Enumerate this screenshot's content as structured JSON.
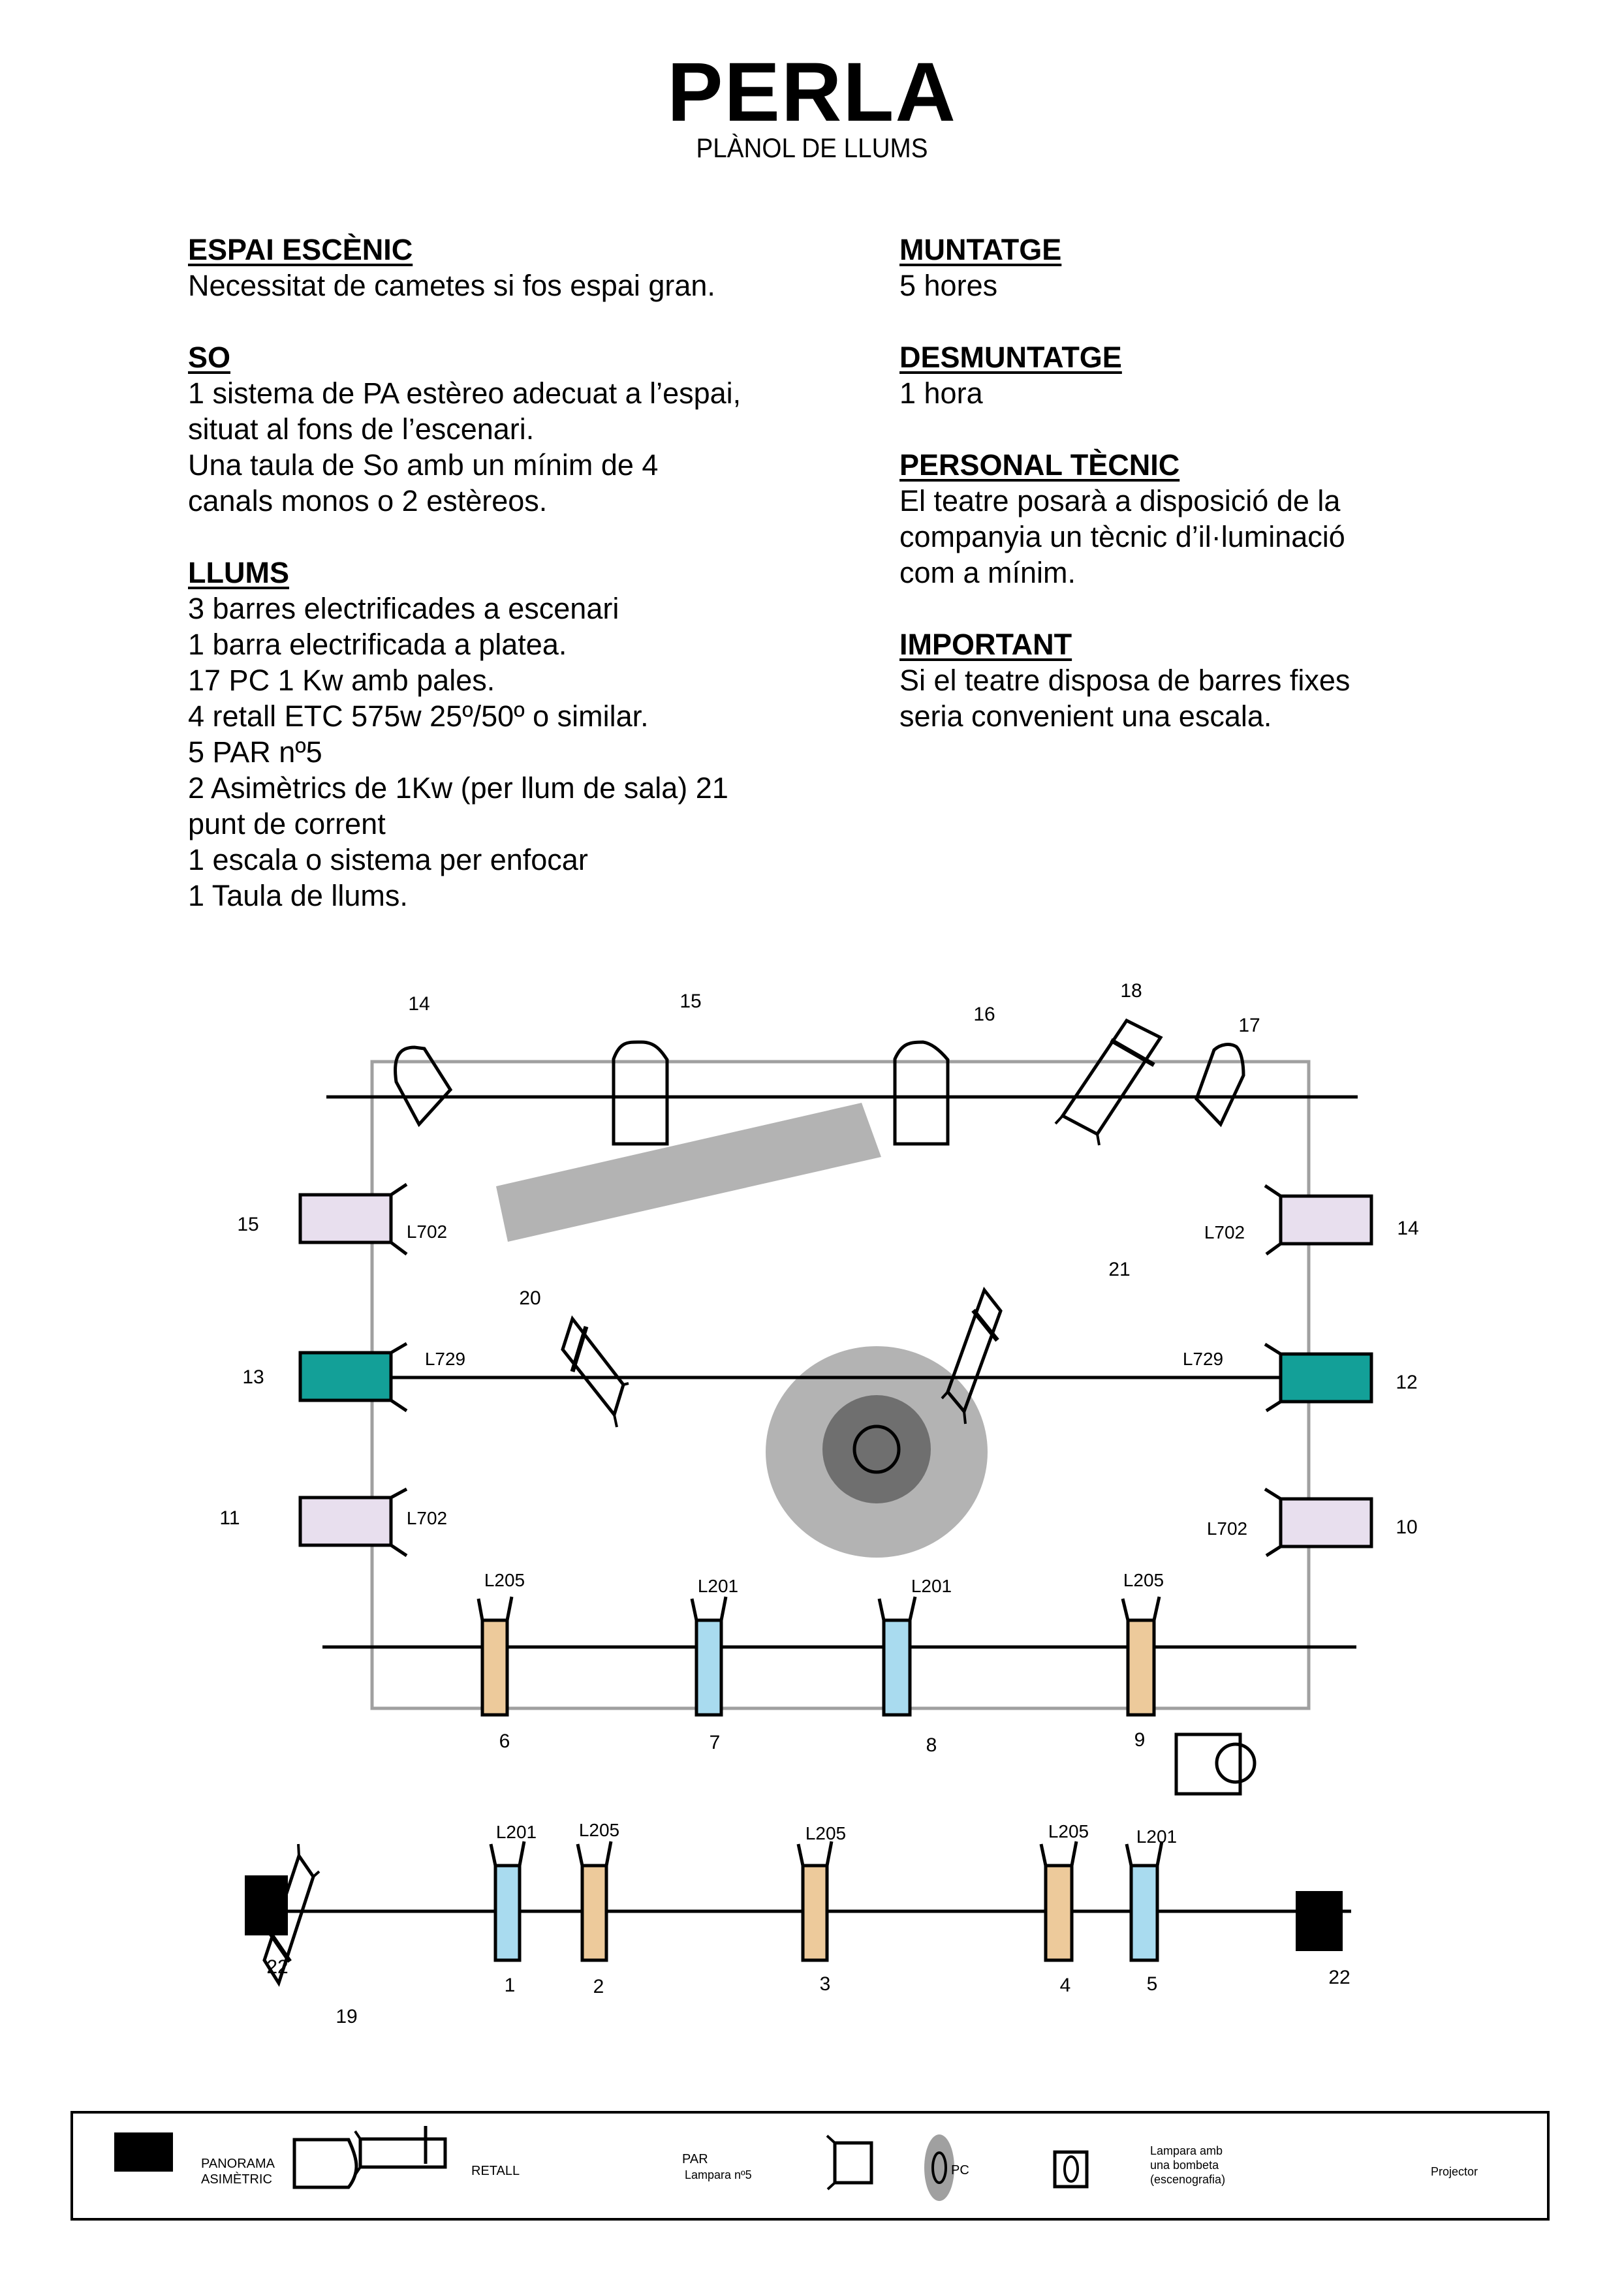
{
  "header": {
    "title": "PERLA",
    "subtitle": "PLÀNOL DE LLUMS"
  },
  "left_column": [
    {
      "heading": "ESPAI ESCÈNIC",
      "lines": [
        "Necessitat de cametes si fos espai gran."
      ]
    },
    {
      "heading": "SO",
      "lines": [
        "1 sistema de PA estèreo adecuat a l’espai,",
        "situat al fons de l’escenari.",
        "Una taula de So amb un mínim de 4",
        "canals monos o 2 estèreos."
      ]
    },
    {
      "heading": "LLUMS",
      "lines": [
        "3 barres electrificades a escenari",
        "1 barra electrificada a platea.",
        "17 PC 1 Kw amb pales.",
        "4 retall ETC 575w 25º/50º o similar.",
        "5 PAR nº5",
        "2 Asimètrics de 1Kw (per llum de sala) 21",
        "punt de corrent",
        "1 escala o sistema per enfocar",
        "1 Taula de llums."
      ]
    }
  ],
  "right_column": [
    {
      "heading": "MUNTATGE",
      "lines": [
        "5 hores"
      ]
    },
    {
      "heading": "DESMUNTATGE",
      "lines": [
        "1 hora"
      ]
    },
    {
      "heading": "PERSONAL TÈCNIC",
      "lines": [
        "El teatre posarà a disposició de la",
        "companyia un tècnic d’il·luminació",
        "com a mínim."
      ]
    },
    {
      "heading": "IMPORTANT",
      "lines": [
        "Si el teatre disposa de barres fixes",
        "seria convenient una escala."
      ]
    }
  ],
  "colors": {
    "L201": "#a9dbef",
    "L205": "#edca9b",
    "L702": "#e8dfee",
    "L729": "#13a098",
    "panorama": "#000000",
    "stage_outline": "#a0a0a0",
    "scenery_bar": "#b3b3b3",
    "lamp_outer": "#b3b3b3",
    "lamp_inner": "#6f6f6f"
  },
  "plan": {
    "top_bar": [
      {
        "id": "14",
        "type": "PAR"
      },
      {
        "id": "15",
        "type": "PAR"
      },
      {
        "id": "16",
        "type": "PAR"
      },
      {
        "id": "18",
        "type": "RETALL"
      },
      {
        "id": "17",
        "type": "PAR"
      }
    ],
    "side_left": [
      {
        "id": "15",
        "type": "PC",
        "filter": "L702"
      },
      {
        "id": "13",
        "type": "PC",
        "filter": "L729"
      },
      {
        "id": "11",
        "type": "PC",
        "filter": "L702"
      }
    ],
    "side_right": [
      {
        "id": "14",
        "type": "PC",
        "filter": "L702"
      },
      {
        "id": "12",
        "type": "PC",
        "filter": "L729"
      },
      {
        "id": "10",
        "type": "PC",
        "filter": "L702"
      }
    ],
    "middle_bar": [
      {
        "id": "20",
        "type": "RETALL"
      },
      {
        "id": "21",
        "type": "RETALL"
      }
    ],
    "bottom_stage_bar": [
      {
        "id": "6",
        "type": "PC",
        "filter": "L205"
      },
      {
        "id": "7",
        "type": "PC",
        "filter": "L201"
      },
      {
        "id": "8",
        "type": "PC",
        "filter": "L201"
      },
      {
        "id": "9",
        "type": "PC",
        "filter": "L205"
      }
    ],
    "platea_bar": [
      {
        "id": "22",
        "type": "PANORAMA"
      },
      {
        "id": "19",
        "type": "RETALL"
      },
      {
        "id": "1",
        "type": "PC",
        "filter": "L201"
      },
      {
        "id": "2",
        "type": "PC",
        "filter": "L205"
      },
      {
        "id": "3",
        "type": "PC",
        "filter": "L205"
      },
      {
        "id": "4",
        "type": "PC",
        "filter": "L205"
      },
      {
        "id": "5",
        "type": "PC",
        "filter": "L201"
      },
      {
        "id": "22",
        "type": "PANORAMA"
      }
    ]
  },
  "legend": {
    "panorama": [
      "PANORAMA",
      "ASIMÈTRIC"
    ],
    "retall": "RETALL",
    "par": [
      "PAR",
      "Lampara nº5"
    ],
    "pc": "PC",
    "lamp": [
      "Lampara amb",
      "una bombeta",
      "(escenografia)"
    ],
    "projector": "Projector"
  }
}
